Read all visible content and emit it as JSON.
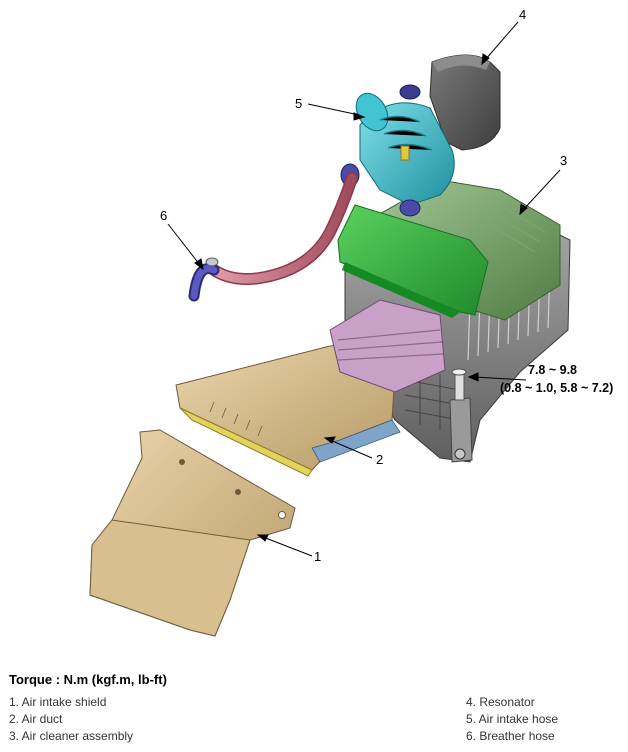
{
  "callouts": {
    "c1": "1",
    "c2": "2",
    "c3": "3",
    "c4": "4",
    "c5": "5",
    "c6": "6"
  },
  "torque": {
    "value_line1": "7.8 ~ 9.8",
    "value_line2": "(0.8 ~ 1.0, 5.8 ~ 7.2)"
  },
  "torque_title": "Torque : N.m (kgf.m, lb-ft)",
  "legend": {
    "left": [
      "1. Air intake shield",
      "2. Air duct",
      "3. Air cleaner assembly"
    ],
    "right": [
      "4. Resonator",
      "5. Air intake hose",
      "6. Breather hose"
    ]
  },
  "colors": {
    "shield": "#d8bf8f",
    "duct": "#cdb48a",
    "cleaner_top": "#6d9a5a",
    "cleaner_cover": "#2fa83a",
    "cleaner_body": "#8a8a8a",
    "resonator": "#5a5a5a",
    "intake_hose": "#3ab6c4",
    "breather_hose": "#c06a7a",
    "clamp": "#4a4aa8"
  }
}
